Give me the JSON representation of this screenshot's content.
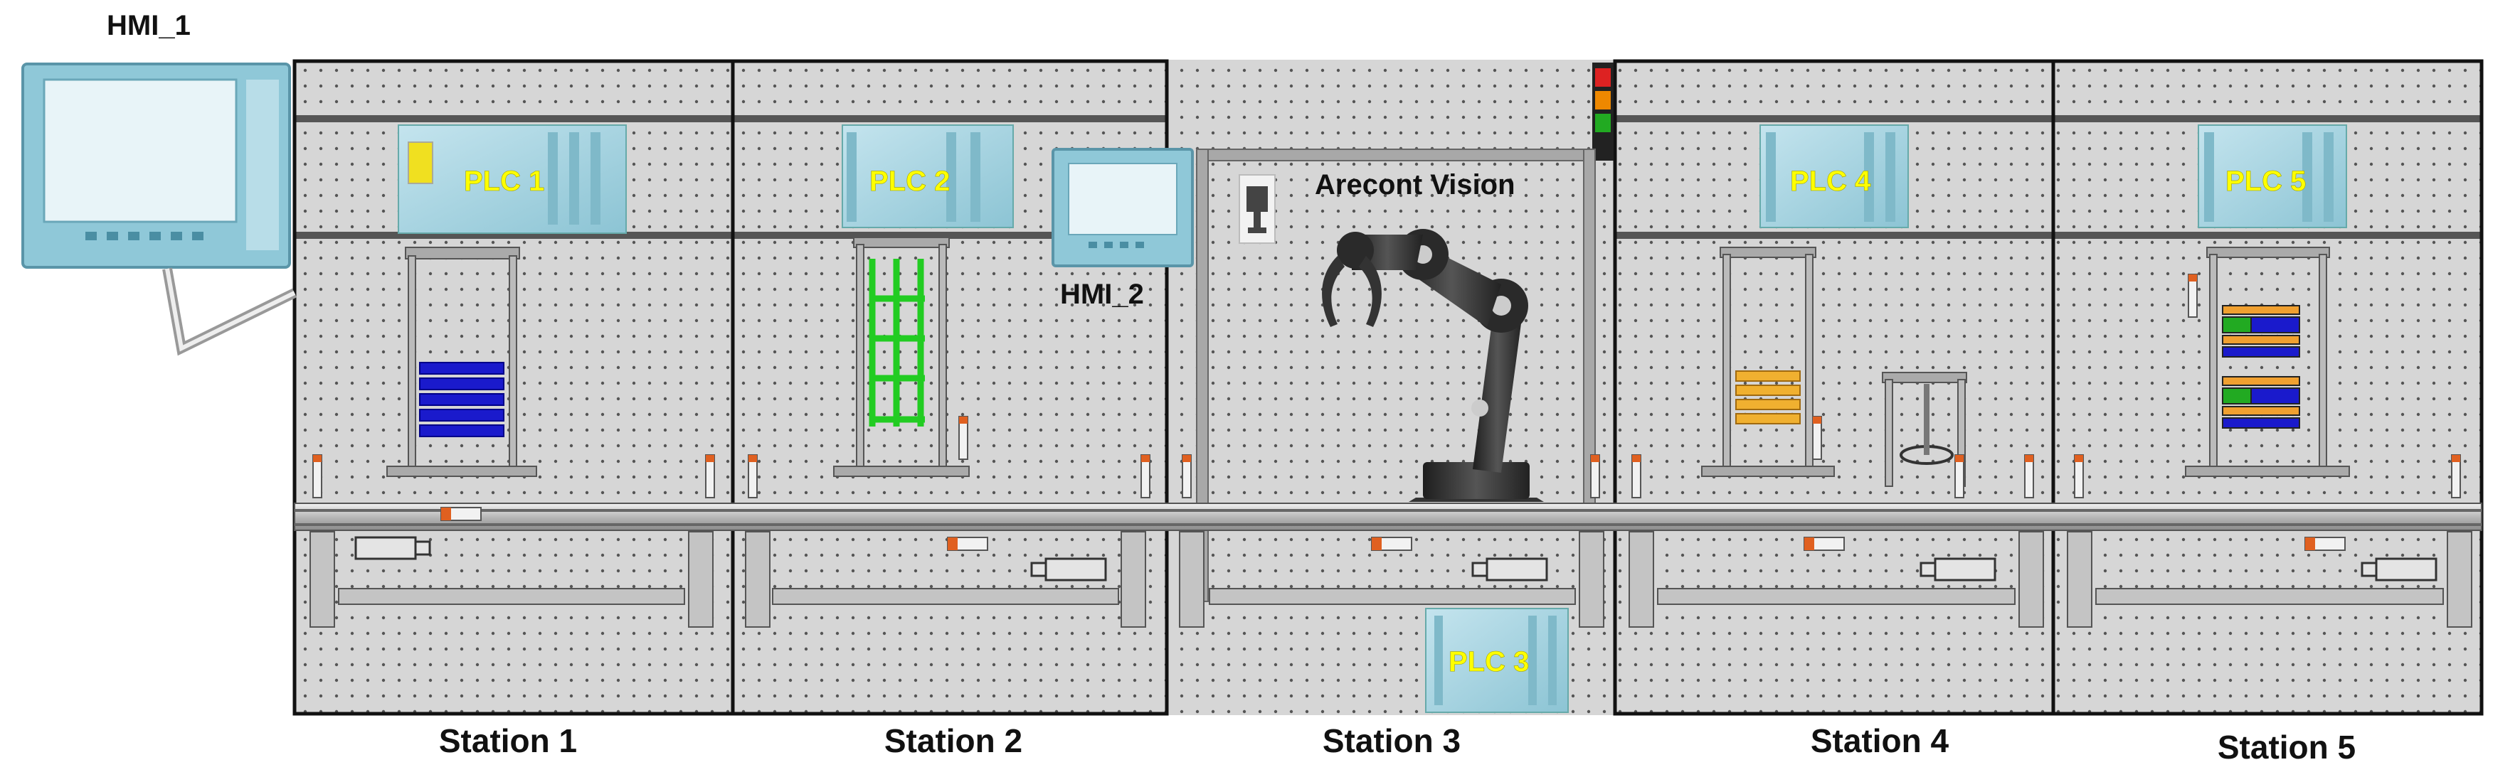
{
  "hmi": [
    {
      "id": "hmi-1",
      "label": "HMI_1"
    },
    {
      "id": "hmi-2",
      "label": "HMI_2"
    }
  ],
  "plcs": [
    {
      "id": "plc-1",
      "label": "PLC 1"
    },
    {
      "id": "plc-2",
      "label": "PLC 2"
    },
    {
      "id": "plc-3",
      "label": "PLC 3"
    },
    {
      "id": "plc-4",
      "label": "PLC 4"
    },
    {
      "id": "plc-5",
      "label": "PLC 5"
    }
  ],
  "camera": {
    "label": "Arecont Vision"
  },
  "stations": [
    {
      "label": "Station 1"
    },
    {
      "label": "Station 2"
    },
    {
      "label": "Station 3"
    },
    {
      "label": "Station 4"
    },
    {
      "label": "Station 5"
    }
  ],
  "colors": {
    "panel": "#d8d8d8",
    "plc": "#a9d4e0",
    "plc_text": "#ffff00",
    "storage_station1": "#1a1acc",
    "storage_station2": "#22cc22",
    "storage_station4": "#f0b030",
    "storage_station5": [
      "#f0a030",
      "#22aa22",
      "#1a1acc"
    ],
    "robot": "#333333",
    "signal_tower": [
      "#dd2222",
      "#ee8800",
      "#22aa22"
    ]
  }
}
